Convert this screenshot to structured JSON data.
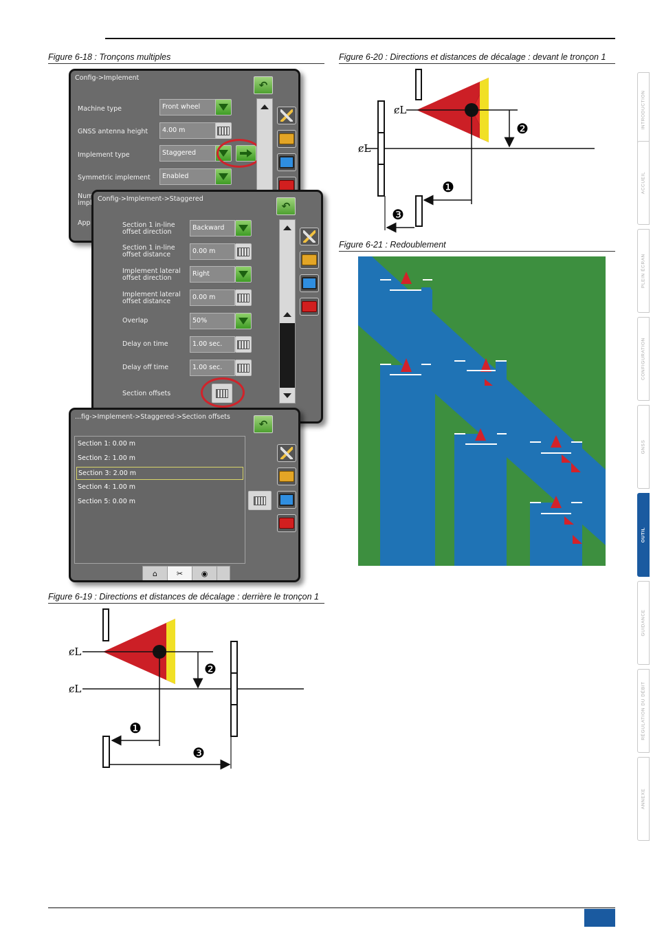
{
  "figures": {
    "fig18_caption": "Figure 6-18 : Tronçons multiples",
    "fig19_caption": "Figure 6-19 : Directions et distances de décalage : derrière le tronçon 1",
    "fig20_caption": "Figure 6-20 : Directions et distances de décalage : devant le tronçon 1",
    "fig21_caption": "Figure 6-21 : Redoublement"
  },
  "screen1": {
    "breadcrumb": "Config->Implement",
    "rows": [
      {
        "label": "Machine type",
        "value": "Front wheel"
      },
      {
        "label": "GNSS antenna height",
        "value": "4.00 m"
      },
      {
        "label": "Implement type",
        "value": "Staggered"
      },
      {
        "label": "Symmetric implement",
        "value": "Enabled"
      },
      {
        "label": "Num",
        "label2": "impl"
      },
      {
        "label": "App"
      }
    ]
  },
  "screen2": {
    "breadcrumb": "Config->Implement->Staggered",
    "rows": [
      {
        "label": "Section 1 in-line",
        "label2": "offset direction",
        "value": "Backward"
      },
      {
        "label": "Section 1 in-line",
        "label2": "offset distance",
        "value": "0.00 m"
      },
      {
        "label": "Implement lateral",
        "label2": "offset direction",
        "value": "Right"
      },
      {
        "label": "Implement lateral",
        "label2": "offset distance",
        "value": "0.00 m"
      },
      {
        "label": "Overlap",
        "value": "50%"
      },
      {
        "label": "Delay on time",
        "value": "1.00 sec."
      },
      {
        "label": "Delay off time",
        "value": "1.00 sec."
      },
      {
        "label": "Section offsets"
      }
    ]
  },
  "screen3": {
    "breadcrumb": "...fig->Implement->Staggered->Section offsets",
    "items": [
      "Section 1: 0.00 m",
      "Section 2: 1.00 m",
      "Section 3: 2.00 m",
      "Section 4: 1.00 m",
      "Section 5: 0.00 m"
    ],
    "selected_index": 2
  },
  "diagrams": {
    "centerline_symbol": "ȼL",
    "marker_1": "❶",
    "marker_2": "❷",
    "marker_3": "❸"
  },
  "side_tabs": [
    "INTRODUCTION",
    "ACCUEIL",
    "PLEIN ÉCRAN",
    "CONFIGURATION",
    "GNSS",
    "OUTIL",
    "GUIDANCE",
    "RÉGULATION DU DÉBIT",
    "ANNEXE"
  ],
  "active_tab": "OUTIL",
  "colors": {
    "accent_blue": "#1a5aa0",
    "field_green": "#3d8f3f",
    "coverage_blue": "#1f73b5",
    "vehicle_red": "#d3222a",
    "vehicle_yellow": "#f4e21a",
    "highlight_red": "#d0232a"
  }
}
